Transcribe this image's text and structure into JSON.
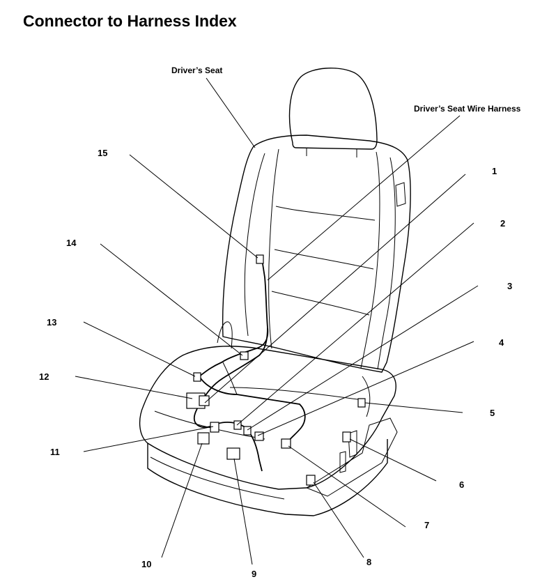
{
  "title": "Connector to Harness Index",
  "labels": {
    "seat": "Driver’s Seat",
    "harness": "Driver’s Seat Wire Harness"
  },
  "callouts": [
    "1",
    "2",
    "3",
    "4",
    "5",
    "6",
    "7",
    "8",
    "9",
    "10",
    "11",
    "12",
    "13",
    "14",
    "15"
  ]
}
